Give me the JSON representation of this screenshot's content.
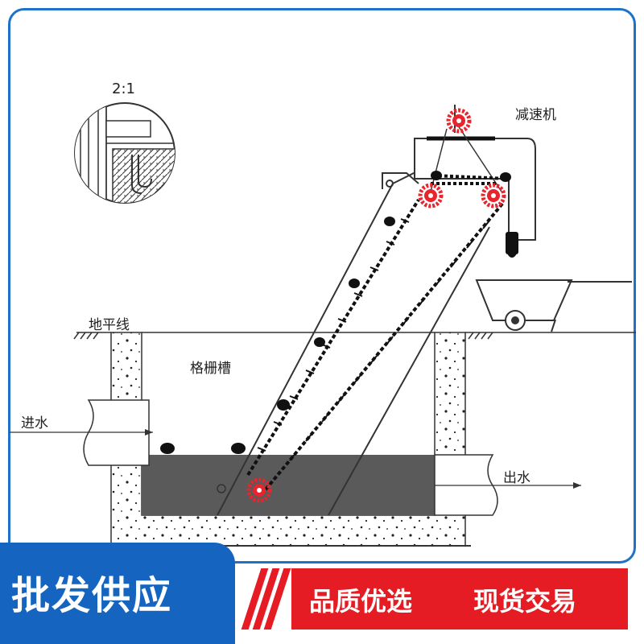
{
  "diagram": {
    "detail_scale": "2:1",
    "labels": {
      "reducer": "减速机",
      "ground_line": "地平线",
      "grille_channel": "格栅槽",
      "water_in": "进水",
      "water_out": "出水"
    }
  },
  "banner": {
    "main_text": "批发供应",
    "tag_quality": "品质优选",
    "tag_stock": "现货交易"
  },
  "colors": {
    "brand_blue": "#1565c0",
    "accent_red": "#e51c23",
    "gear_red": "#e8242c",
    "water_gray": "#5a5a5a",
    "frame_blue": "#1e73c8"
  }
}
